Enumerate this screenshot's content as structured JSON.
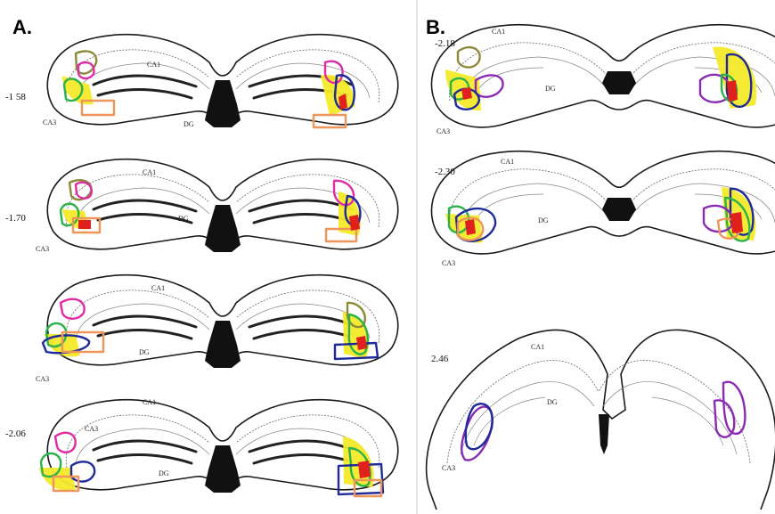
{
  "panels": [
    {
      "letter": "A.",
      "sections": [
        {
          "coord": "-1 58",
          "labels": {
            "ca1": "CA1",
            "ca3": "CA3",
            "dg": "DG"
          }
        },
        {
          "coord": "-1.70",
          "labels": {
            "ca1": "CA1",
            "ca3": "CA3",
            "dg": "DG"
          }
        },
        {
          "coord": "",
          "labels": {
            "ca1": "CA1",
            "ca3": "CA3",
            "dg": "DG"
          }
        },
        {
          "coord": "-2.06",
          "labels": {
            "ca1": "CA1",
            "ca3": "CA3",
            "dg": "DG"
          }
        }
      ]
    },
    {
      "letter": "B.",
      "sections": [
        {
          "coord": "-2.18",
          "labels": {
            "ca1": "CA1",
            "ca3": "CA3",
            "dg": "DG"
          }
        },
        {
          "coord": "-2.30",
          "labels": {
            "ca1": "CA1",
            "ca3": "CA3",
            "dg": "DG"
          }
        },
        {
          "coord": "2.46",
          "labels": {
            "ca1": "CA1",
            "ca3": "CA3",
            "dg": "DG"
          }
        }
      ]
    }
  ],
  "colors": {
    "yellow": "#f4ea2a",
    "red": "#e0201c",
    "green": "#2bb24a",
    "olive": "#8c8a3a",
    "magenta": "#e02ba4",
    "orange": "#f0955a",
    "navy": "#1f2a9a",
    "purple": "#8a2bb4"
  }
}
